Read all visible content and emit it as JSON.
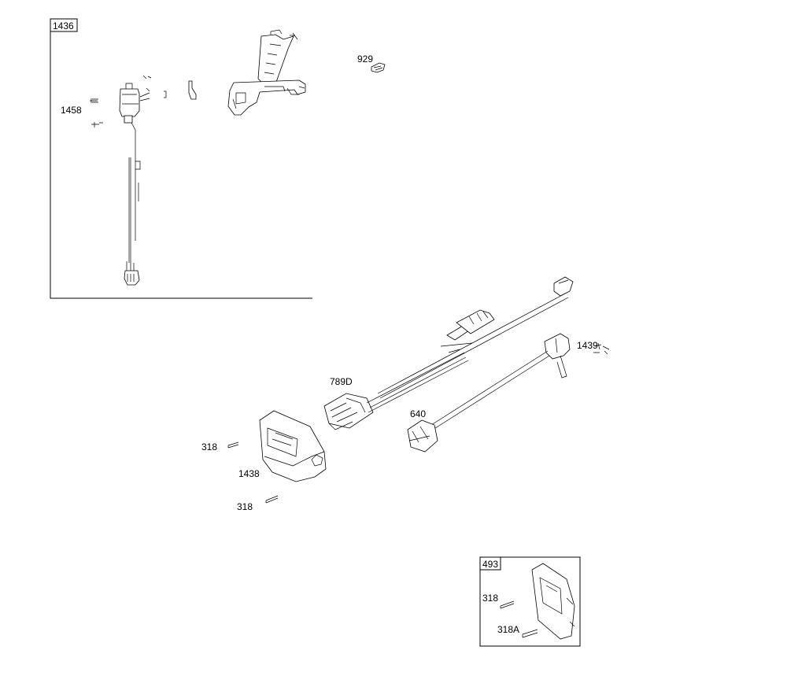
{
  "callouts": {
    "inset_top": "1436",
    "p1458": "1458",
    "p929": "929",
    "p1439": "1439",
    "p789d": "789D",
    "p640": "640",
    "p318_a": "318",
    "p1438": "1438",
    "p318_b": "318",
    "inset_bottom": "493",
    "p318_c": "318",
    "p318a": "318A"
  }
}
